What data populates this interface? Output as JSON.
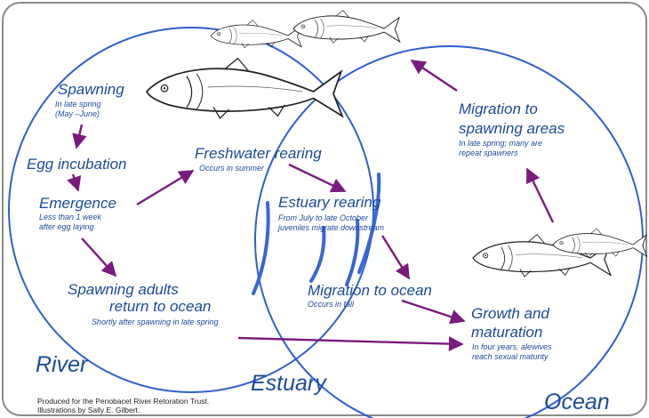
{
  "colors": {
    "circle": "#2f5fd0",
    "arrow": "#7a1a7e",
    "text": "#1a4a9c"
  },
  "stages": {
    "spawning": {
      "title": "Spawning",
      "sub": "In late spring\n(May –June)"
    },
    "egg_incubation": {
      "title": "Egg incubation"
    },
    "emergence": {
      "title": "Emergence",
      "sub": "Less than 1 week\nafter egg laying"
    },
    "spawning_adults": {
      "title1": "Spawning adults",
      "title2": "return to ocean",
      "sub": "Shortly after spawning in late spring"
    },
    "freshwater_rearing": {
      "title": "Freshwater rearing",
      "sub": "Occurs in summer"
    },
    "estuary_rearing": {
      "title": "Estuary rearing",
      "sub": "From July to late October\njuveniles migrate downstream"
    },
    "migration_ocean": {
      "title": "Migration to ocean",
      "sub": "Occurs in fall"
    },
    "growth": {
      "title": "Growth and\nmaturation",
      "sub": "In four years, alewives\nreach sexual maturity"
    },
    "migration_spawning": {
      "title": "Migration to\nspawning areas",
      "sub": "In late spring; many are\nrepeat spawners"
    }
  },
  "regions": {
    "river": "River",
    "estuary": "Estuary",
    "ocean": "Ocean"
  },
  "credits": "Produced for the Penobacet River Retoration Trust.\nIllustrations by Sally E. Gilbert."
}
